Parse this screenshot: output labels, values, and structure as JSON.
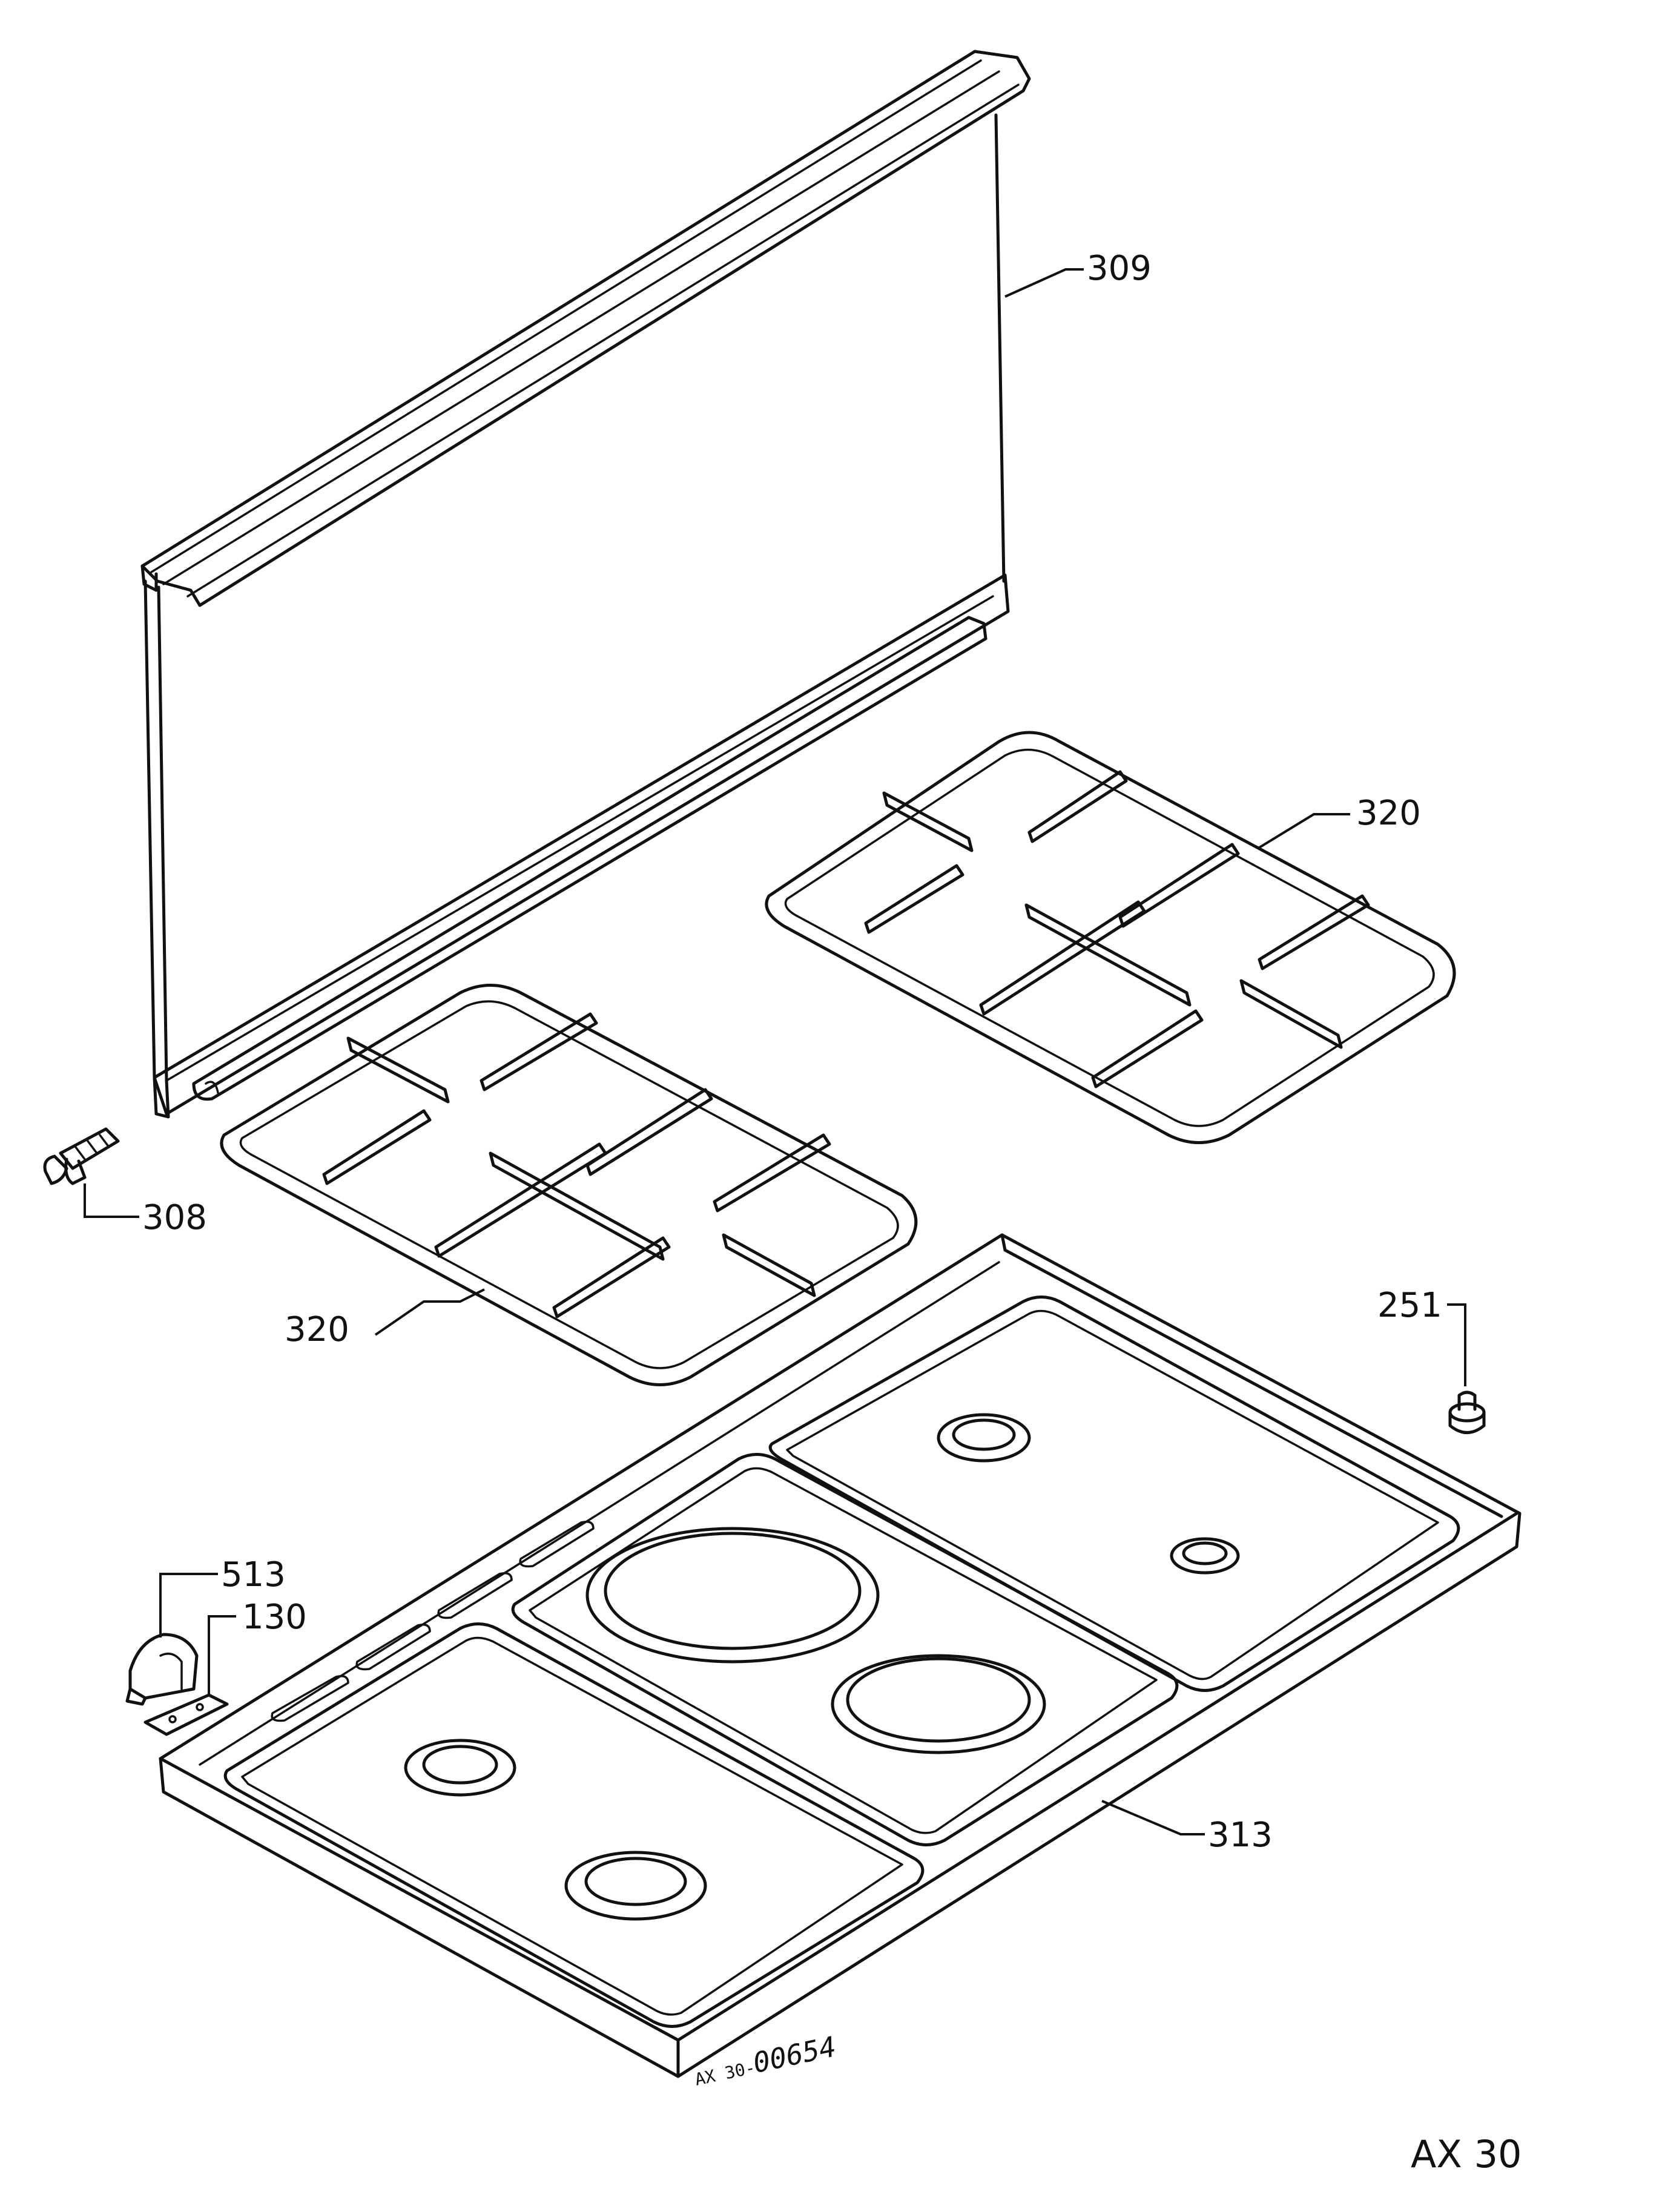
{
  "labels": {
    "p309": "309",
    "p320a": "320",
    "p320b": "320",
    "p308": "308",
    "p251": "251",
    "p513": "513",
    "p130": "130",
    "p313": "313"
  },
  "drawing_stamp": {
    "prefix": "AX 30-",
    "number": "00654"
  },
  "page_code": "AX 30"
}
